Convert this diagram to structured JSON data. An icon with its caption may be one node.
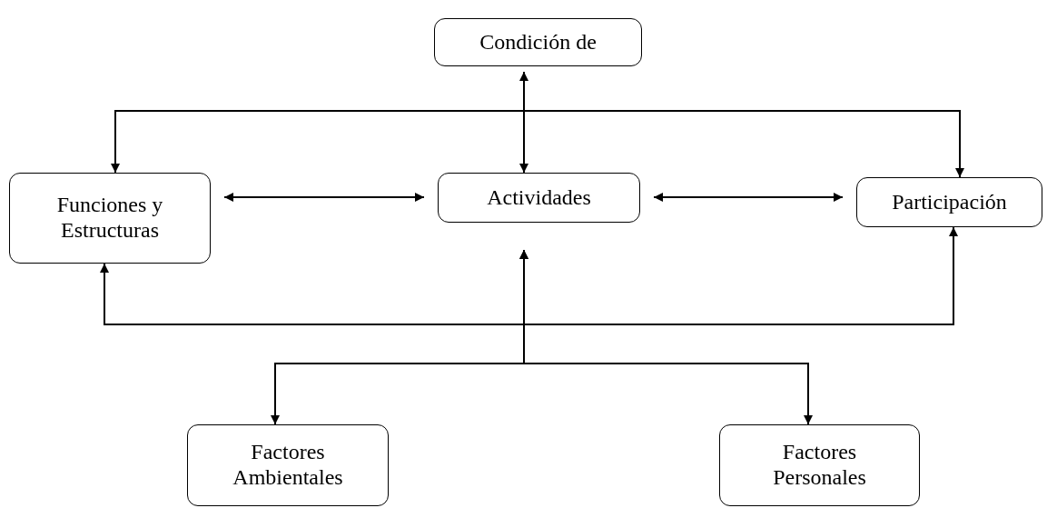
{
  "diagram": {
    "nodes": [
      {
        "text": [
          "Condición de"
        ]
      },
      {
        "text": [
          "Funciones y Estructuras"
        ]
      },
      {
        "text": [
          "Actividades"
        ]
      },
      {
        "text": [
          "Participación"
        ]
      },
      {
        "text": [
          "Factores Ambientales"
        ]
      },
      {
        "text": [
          "Factores Personales"
        ]
      }
    ],
    "edges": [
      {
        "from": 0,
        "to": 2,
        "arrow": "both"
      },
      {
        "from": 1,
        "to": 3,
        "arrow": "both"
      },
      {
        "from": 1,
        "to": 2,
        "arrow": "both"
      },
      {
        "from": 2,
        "to": 3,
        "arrow": "both"
      },
      {
        "from": 1,
        "to": 3,
        "arrow": "both"
      },
      {
        "from": 4,
        "to": 2,
        "arrow": "both"
      },
      {
        "from": 5,
        "to": 2,
        "arrow": "both"
      }
    ]
  }
}
